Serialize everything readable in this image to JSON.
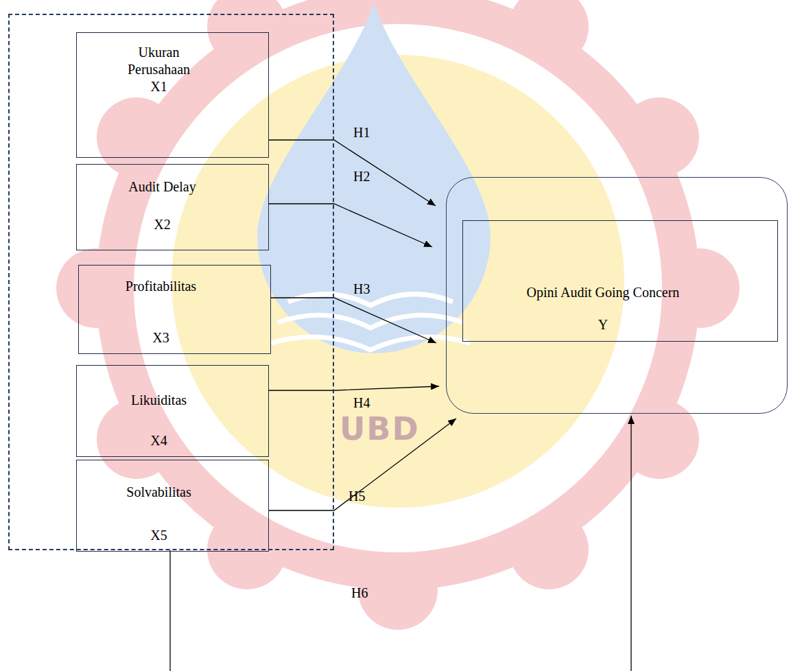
{
  "diagram": {
    "nodes": [
      {
        "text": []
      },
      {
        "text": [
          "Ukuran Perusahaan",
          "X1"
        ],
        "in": 0
      },
      {
        "text": [
          "Audit Delay",
          "X2"
        ],
        "in": 0
      },
      {
        "text": [
          "Profitabilitas",
          "X3"
        ],
        "in": 0
      },
      {
        "text": [
          "Likuiditas",
          "X4"
        ],
        "in": 0
      },
      {
        "text": [
          "Solvabilitas",
          "X5"
        ],
        "in": 0
      },
      {
        "text": []
      },
      {
        "text": [
          "Opini Audit Going Concern",
          "Y"
        ],
        "in": 6
      }
    ],
    "edges": [
      {
        "from": 1,
        "to": 6,
        "arrow": "to",
        "label": "H1"
      },
      {
        "from": 2,
        "to": 6,
        "arrow": "to",
        "label": "H2"
      },
      {
        "from": 3,
        "to": 6,
        "arrow": "to",
        "label": "H3"
      },
      {
        "from": 4,
        "to": 6,
        "arrow": "to",
        "label": "H4"
      },
      {
        "from": 5,
        "to": 6,
        "arrow": "to",
        "label": "H5"
      },
      {
        "from": 0,
        "to": 6,
        "arrow": "to",
        "label": "H6"
      }
    ],
    "labels": [
      "UBD"
    ]
  }
}
